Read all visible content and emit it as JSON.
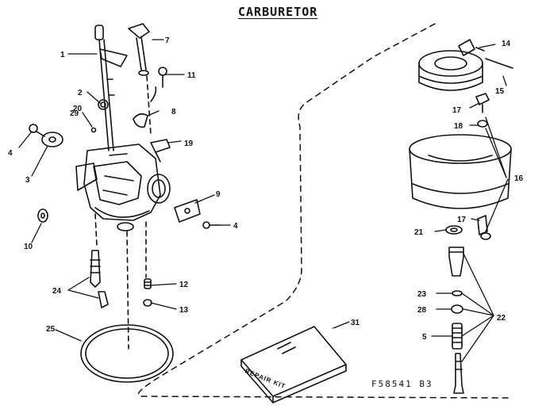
{
  "title": "CARBURETOR",
  "figure_number": "F58541 B3",
  "repair_kit_label": "REPAIR KIT",
  "callouts": [
    "1",
    "2",
    "3",
    "4",
    "4",
    "5",
    "7",
    "8",
    "9",
    "10",
    "11",
    "12",
    "13",
    "14",
    "15",
    "16",
    "17",
    "17",
    "18",
    "19",
    "20",
    "21",
    "22",
    "23",
    "24",
    "25",
    "28",
    "29",
    "31"
  ],
  "colors": {
    "ink": "#111111",
    "paper": "#ffffff"
  }
}
